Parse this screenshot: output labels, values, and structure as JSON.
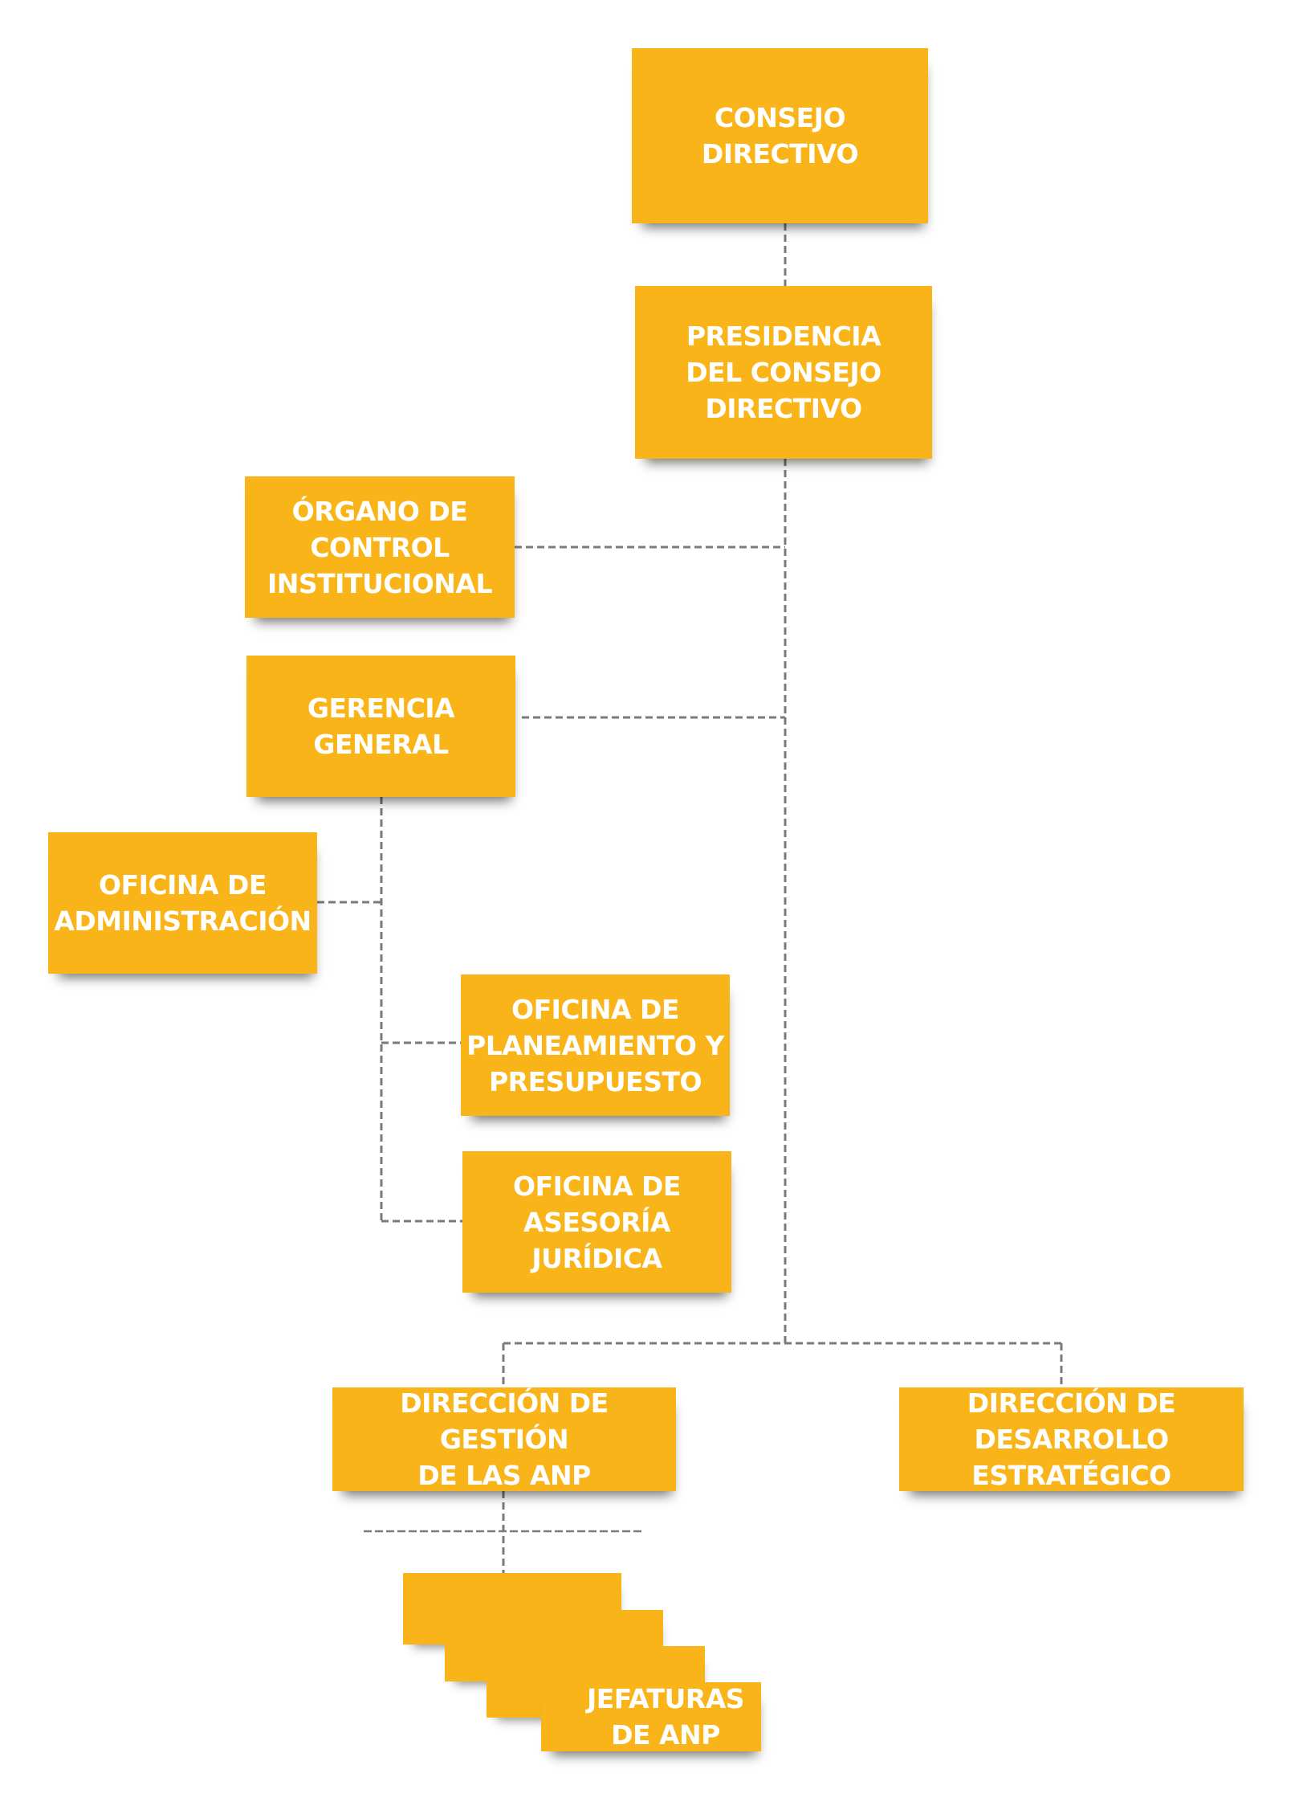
{
  "orgchart": {
    "consejo_directivo": "CONSEJO\nDIRECTIVO",
    "presidencia": "PRESIDENCIA\nDEL CONSEJO\nDIRECTIVO",
    "organo_control": "ÓRGANO DE\nCONTROL\nINSTITUCIONAL",
    "gerencia_general": "GERENCIA\nGENERAL",
    "oficina_administracion": "OFICINA DE\nADMINISTRACIÓN",
    "oficina_planeamiento": "OFICINA DE\nPLANEAMIENTO Y\nPRESUPUESTO",
    "oficina_asesoria": "OFICINA DE\nASESORÍA\nJURÍDICA",
    "direccion_gestion_anp": "DIRECCIÓN DE GESTIÓN\nDE LAS ANP",
    "direccion_desarrollo": "DIRECCIÓN DE\nDESARROLLO\nESTRATÉGICO",
    "jefaturas_anp": "JEFATURAS\nDE ANP"
  },
  "colors": {
    "box_fill": "#f9b419",
    "box_text": "#ffffff",
    "connector": "#7a7a7a"
  }
}
